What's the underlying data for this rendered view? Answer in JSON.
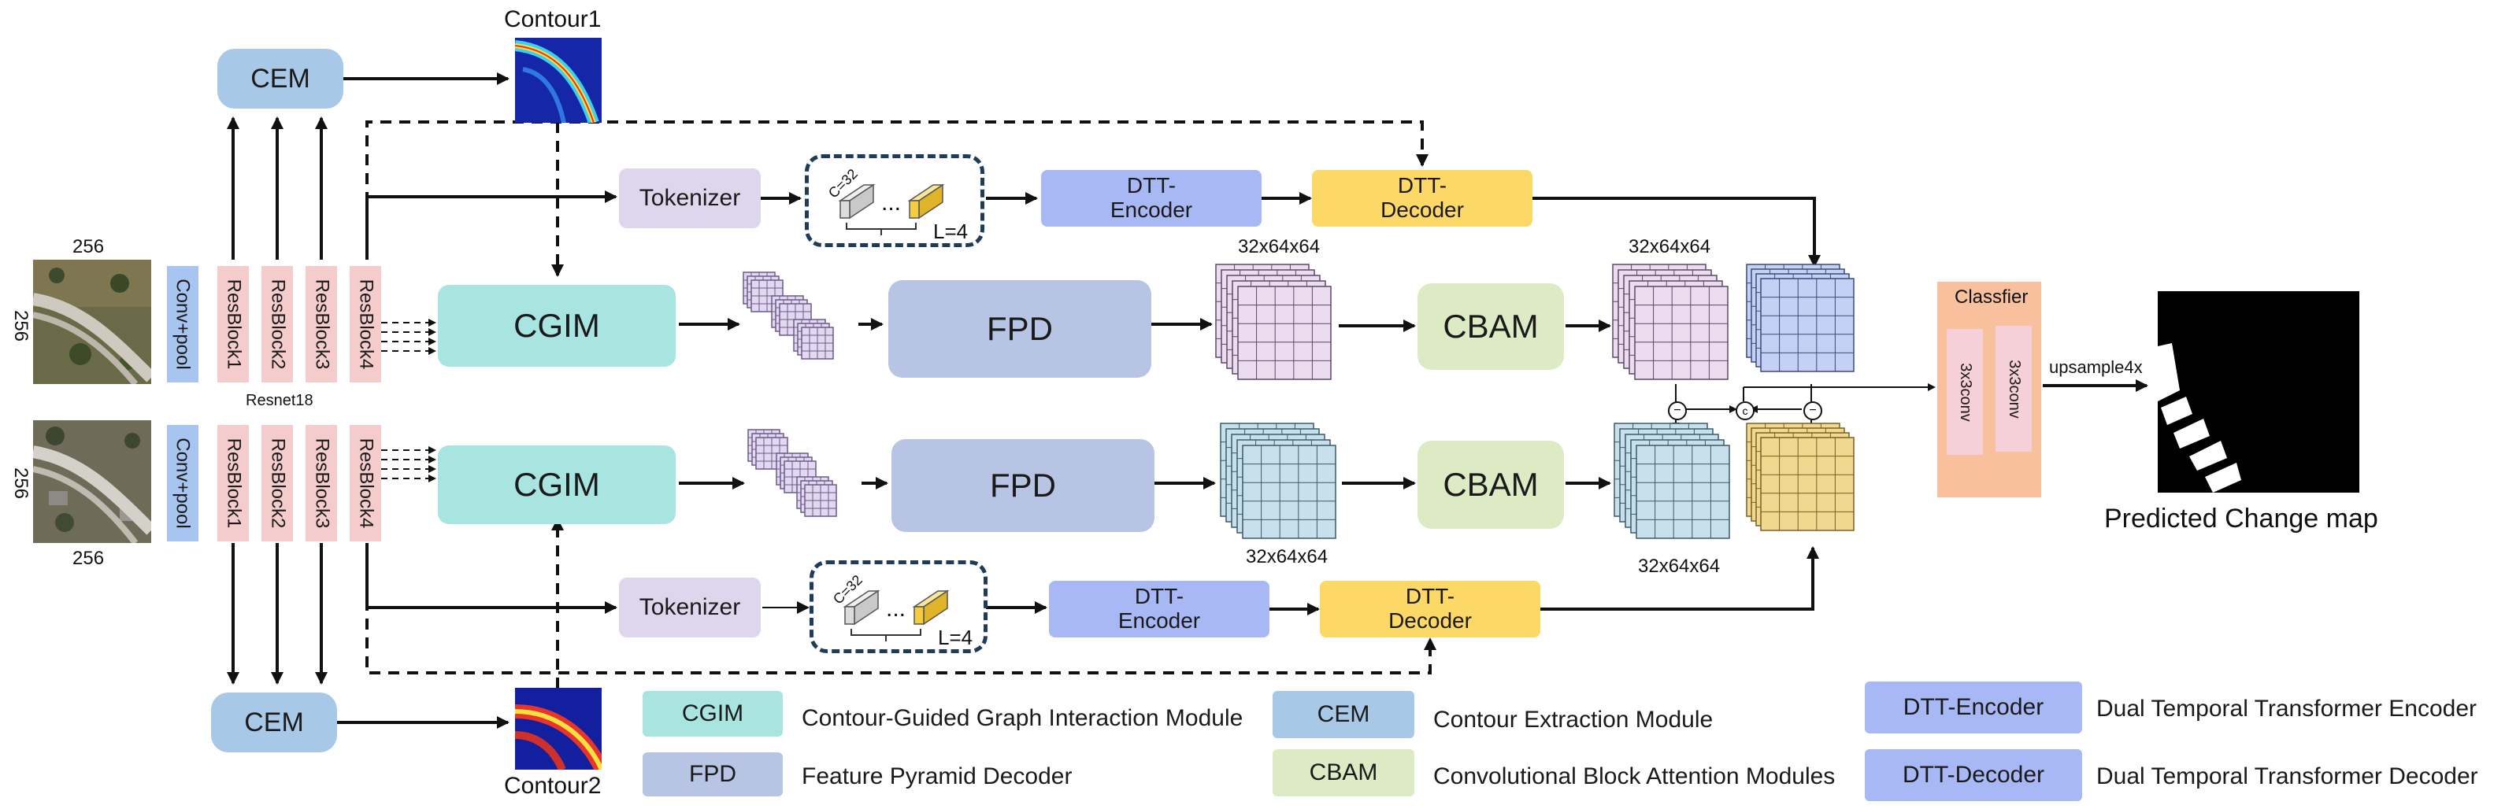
{
  "input_size": "256",
  "backbone_label": "Resnet18",
  "stem_label": "Conv+pool",
  "resblocks": [
    "ResBlock1",
    "ResBlock2",
    "ResBlock3",
    "ResBlock4"
  ],
  "cem_label": "CEM",
  "contour_top": "Contour1",
  "contour_bottom": "Contour2",
  "tokenizer_label": "Tokenizer",
  "token_c_label": "C=32",
  "token_dots": "...",
  "token_l_label": "L=4",
  "dtt_encoder_label": "DTT-\nEncoder",
  "dtt_decoder_label": "DTT-\nDecoder",
  "cgim_label": "CGIM",
  "fpd_label": "FPD",
  "cbam_label": "CBAM",
  "feature_dim": "32x64x64",
  "classifier_label": "Classfier",
  "conv_label": "3x3conv",
  "upsample_label": "upsample4x",
  "output_label": "Predicted Change map",
  "op_minus": "−",
  "op_concat": "c",
  "colors": {
    "cem": "#a8c8e8",
    "cgim": "#a8e4e0",
    "fpd": "#b8c4e4",
    "cbam": "#dcebc4",
    "tokenizer": "#ddd6ec",
    "encoder": "#a8b8f4",
    "decoder": "#fcd866",
    "resblock": "#f4cccc",
    "stem": "#a8c4f0",
    "classifier": "#f8c09c"
  },
  "legend": [
    {
      "key": "CGIM",
      "text": "Contour-Guided Graph Interaction Module"
    },
    {
      "key": "FPD",
      "text": "Feature Pyramid Decoder"
    },
    {
      "key": "CEM",
      "text": "Contour Extraction Module"
    },
    {
      "key": "CBAM",
      "text": "Convolutional Block Attention Modules"
    },
    {
      "key": "DTT-Encoder",
      "text": "Dual Temporal Transformer Encoder"
    },
    {
      "key": "DTT-Decoder",
      "text": "Dual Temporal Transformer Decoder"
    }
  ]
}
